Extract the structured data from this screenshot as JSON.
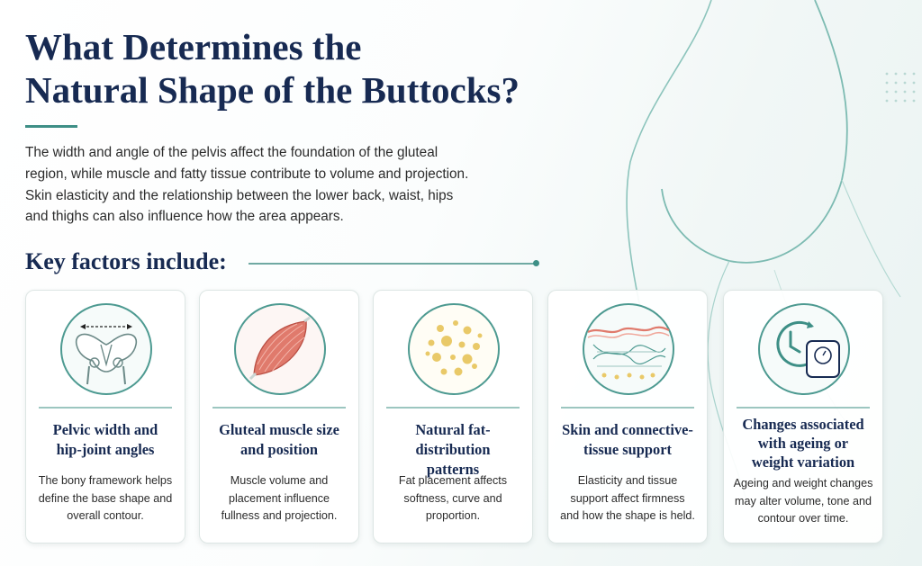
{
  "title": {
    "line1": "What Determines the",
    "line2": "Natural Shape of the Buttocks?"
  },
  "intro": {
    "line1": "The width and angle of the pelvis affect the foundation of the gluteal",
    "line2": "region, while muscle and fatty tissue contribute to volume and projection.",
    "line3": "Skin elasticity and the relationship between the lower back, waist, hips",
    "line4": "and thighs can also influence how the area appears."
  },
  "key_heading": "Key factors include:",
  "cards": [
    {
      "icon": "pelvis-icon",
      "title": [
        "Pelvic width and",
        "hip-joint angles"
      ],
      "body": [
        "The bony framework helps",
        "define the base shape and",
        "overall contour."
      ]
    },
    {
      "icon": "muscle-icon",
      "title": [
        "Gluteal muscle size",
        "and position"
      ],
      "body": [
        "Muscle volume and",
        "placement influence",
        "fullness and projection."
      ]
    },
    {
      "icon": "fat-cells-icon",
      "title": [
        "Natural fat-distribution",
        "patterns"
      ],
      "body": [
        "Fat placement affects",
        "softness, curve and",
        "proportion."
      ]
    },
    {
      "icon": "skin-layers-icon",
      "title": [
        "Skin and connective-",
        "tissue support"
      ],
      "body": [
        "Elasticity and tissue",
        "support affect firmness",
        "and how the shape is held."
      ]
    },
    {
      "icon": "clock-scale-icon",
      "title": [
        "Changes associated",
        "with ageing or",
        "weight variation"
      ],
      "body": [
        "Ageing and weight changes",
        "may alter volume, tone and",
        "contour over time."
      ]
    }
  ],
  "colors": {
    "navy": "#172a52",
    "teal": "#3e8f86",
    "muscle": "#e07a6c",
    "fat": "#e9c968"
  },
  "decor_icon": "body-silhouette-icon"
}
